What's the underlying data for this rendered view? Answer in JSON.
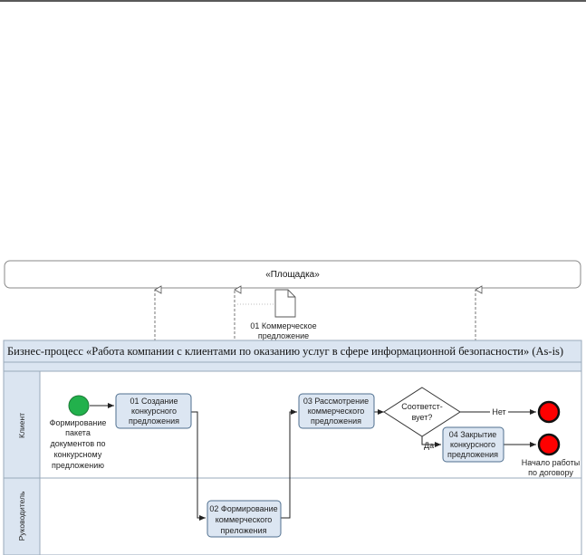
{
  "platform": {
    "label": "«Площадка»"
  },
  "document": {
    "label_line1": "01 Коммерческое",
    "label_line2": "предложение"
  },
  "process_title": "Бизнес-процесс «Работа компании с клиентами по оказанию услуг в сфере информационной безопасности» (As-is)",
  "lanes": {
    "client": "Клиент",
    "manager": "Руководитель"
  },
  "start_event": {
    "label_lines": [
      "Формирование",
      "пакета",
      "документов по",
      "конкурсному",
      "предложению"
    ],
    "color": "#22b14c"
  },
  "tasks": {
    "t01": [
      "01 Создание",
      "конкурсного",
      "предложения"
    ],
    "t02": [
      "02 Формирование",
      "коммерческого",
      "прeложения"
    ],
    "t03": [
      "03 Рассмотрение",
      "коммерческого",
      "предложения"
    ],
    "t04": [
      "04 Закрытие",
      "конкурсного",
      "предложения"
    ]
  },
  "gateway": {
    "label_lines": [
      "Соответст-",
      "вует?"
    ]
  },
  "flows": {
    "no_label": "Нет",
    "yes_label": "Да"
  },
  "end_events": {
    "end2_lines": [
      "Начало работы",
      "по договору"
    ],
    "color": "#ff0000"
  },
  "colors": {
    "task_fill": "#dce6f2",
    "task_stroke": "#4f6f8f",
    "band_fill": "#dbe5f1"
  }
}
